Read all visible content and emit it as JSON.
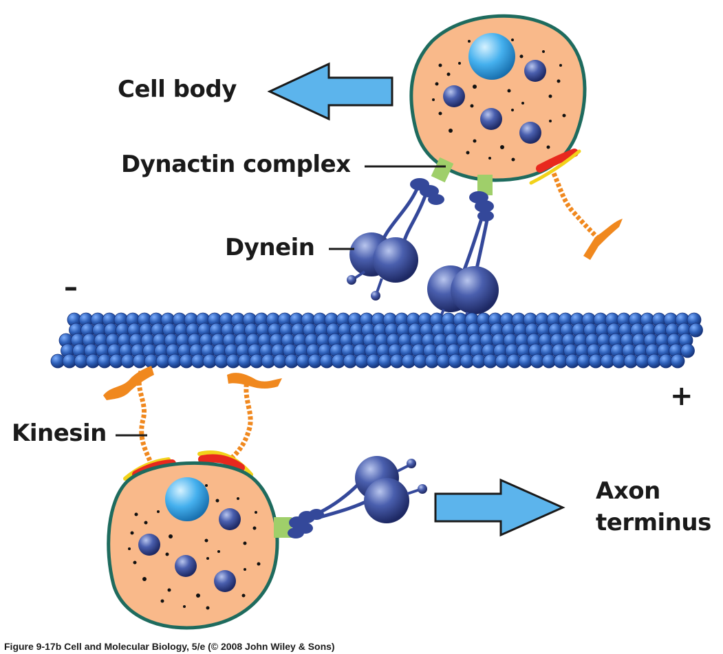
{
  "labels": {
    "cell_body": "Cell body",
    "dynactin_complex": "Dynactin complex",
    "dynein": "Dynein",
    "kinesin": "Kinesin",
    "axon_terminus_line1": "Axon",
    "axon_terminus_line2": "terminus",
    "minus_end": "–",
    "plus_end": "+"
  },
  "caption": "Figure 9-17b  Cell and Molecular Biology, 5/e (© 2008 John Wiley & Sons)",
  "colors": {
    "vesicle_fill": "#f9b98a",
    "vesicle_outline": "#1e6b5e",
    "arrow_fill": "#5cb4ec",
    "microtubule": "#2f62b6",
    "motor_head": "#34489a",
    "kinesin_stalk": "#f0881e",
    "binding_red": "#e8281e",
    "binding_yellow": "#f2d21a",
    "dynactin_green": "#9fcf6a"
  }
}
